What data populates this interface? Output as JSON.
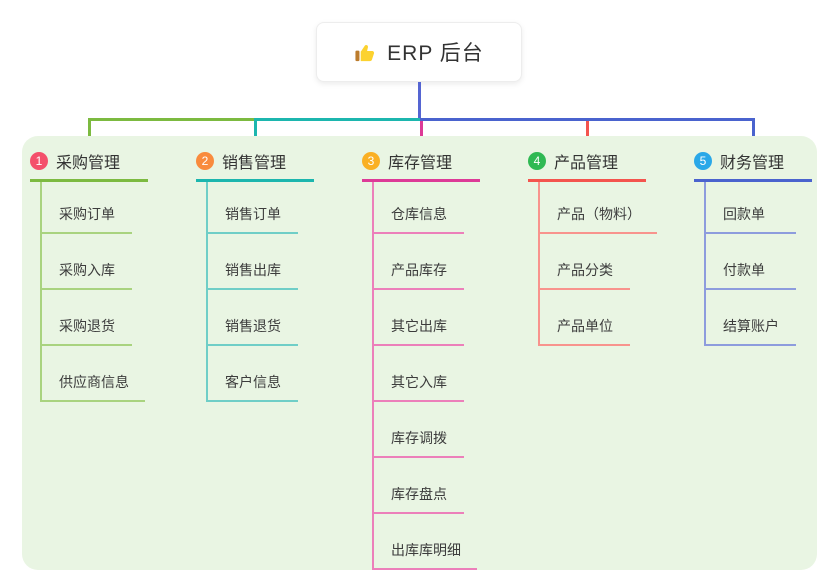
{
  "root": {
    "title": "ERP 后台",
    "icon": "thumbs-up-icon",
    "stem_color": "#5565d2"
  },
  "canvas": {
    "page_bg": "#ffffff",
    "panel_bg": "#e9f5e3",
    "text_color": "#333333"
  },
  "branches": [
    {
      "number": "1",
      "label": "采购管理",
      "badge_color": "#f4506b",
      "line_color": "#7cba40",
      "child_line_color": "#a9d37f",
      "items": [
        "采购订单",
        "采购入库",
        "采购退货",
        "供应商信息"
      ]
    },
    {
      "number": "2",
      "label": "销售管理",
      "badge_color": "#f98b3d",
      "line_color": "#1cb6ae",
      "child_line_color": "#6fcec7",
      "items": [
        "销售订单",
        "销售出库",
        "销售退货",
        "客户信息"
      ]
    },
    {
      "number": "3",
      "label": "库存管理",
      "badge_color": "#fab024",
      "line_color": "#dd3a97",
      "child_line_color": "#ec7fba",
      "items": [
        "仓库信息",
        "产品库存",
        "其它出库",
        "其它入库",
        "库存调拨",
        "库存盘点",
        "出库库明细"
      ]
    },
    {
      "number": "4",
      "label": "产品管理",
      "badge_color": "#2fb953",
      "line_color": "#f4544e",
      "child_line_color": "#f8938d",
      "items": [
        "产品（物料）",
        "产品分类",
        "产品单位"
      ]
    },
    {
      "number": "5",
      "label": "财务管理",
      "badge_color": "#2aa8e8",
      "line_color": "#4a63ce",
      "child_line_color": "#8d9cdd",
      "items": [
        "回款单",
        "付款单",
        "结算账户"
      ]
    }
  ]
}
